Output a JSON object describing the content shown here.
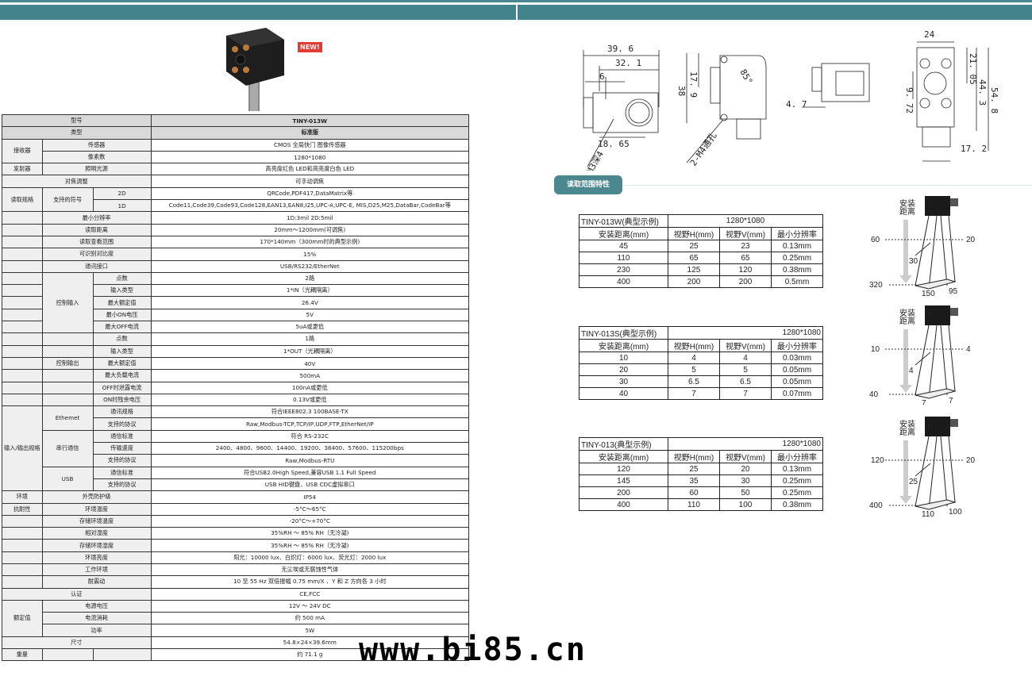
{
  "badge": {
    "new_label": "NEW!"
  },
  "spec_table": {
    "header": {
      "label": "型号",
      "value": "TINY-013W"
    },
    "rows": [
      {
        "group": "",
        "sub": "",
        "label": "类型",
        "value": "标准版",
        "hdr": true
      },
      {
        "group": "接收器",
        "label": "传感器",
        "value": "CMOS 全局快门 图像传感器"
      },
      {
        "group": "",
        "label": "像素数",
        "value": "1280*1080"
      },
      {
        "group": "发射器",
        "label": "照明光源",
        "value": "高亮度红色 LED和高亮度白色 LED"
      },
      {
        "group": "",
        "label": "对焦调整",
        "value": "可手动调焦"
      },
      {
        "group": "读取规格",
        "sub": "支持的符号",
        "label": "2D",
        "value": "QRCode,PDF417,DataMatrix等"
      },
      {
        "group": "",
        "sub": "",
        "label": "1D",
        "value": "Code11,Code39,Code93,Code128,EAN13,EAN8,I25,UPC-A,UPC-E, MIS,D25,M25,DataBar,CodeBar等"
      },
      {
        "label": "最小分辨率",
        "value": "1D:3mil  2D:5mil"
      },
      {
        "label": "读取距离",
        "value": "20mm～1200mm(可调焦)"
      },
      {
        "label": "读取查看范围",
        "value": "170*140mm（300mm时的典型示例)"
      },
      {
        "label": "可识别对比度",
        "value": "15%"
      },
      {
        "label": "通讯接口",
        "value": "USB/RS232/EtherNet"
      },
      {
        "sub": "控制输入",
        "label": "点数",
        "value": "2路"
      },
      {
        "label": "输入类型",
        "value": "1*IN（光耦隔离）"
      },
      {
        "label": "最大额定值",
        "value": "26.4V"
      },
      {
        "label": "最小ON电压",
        "value": "5V"
      },
      {
        "label": "最大OFF电流",
        "value": "5uA或更低"
      },
      {
        "sub": "控制输出",
        "label": "点数",
        "value": "1路"
      },
      {
        "label": "输入类型",
        "value": "1*OUT（光耦隔离）"
      },
      {
        "label": "最大额定值",
        "value": "40V"
      },
      {
        "label": "最大负载电流",
        "value": "500mA"
      },
      {
        "label": "OFF时泄露电流",
        "value": "100nA或更低"
      },
      {
        "label": "ON时残余电压",
        "value": "0.13V或更低"
      },
      {
        "group": "输入/输出规格",
        "sub": "Ethemet",
        "label": "通讯规格",
        "value": "符合IEEE802.3 100BASE-TX"
      },
      {
        "label": "支持的协议",
        "value": "Raw,Modbus-TCP,TCP/IP,UDP,FTP,EtherNet/IP"
      },
      {
        "sub": "串行通信",
        "label": "通信标准",
        "value": "符合 RS-232C"
      },
      {
        "label": "传输速度",
        "value": "2400、4800、9600、14400、19200、38400、57600、115200bps"
      },
      {
        "label": "支持的协议",
        "value": "Raw,Modbus-RTU"
      },
      {
        "sub": "USB",
        "label": "通信标准",
        "value": "符合USB2.0High Speed,兼容USB 1.1 Full Speed"
      },
      {
        "label": "支持的协议",
        "value": "USB HID键盘、USB CDC虚拟串口"
      },
      {
        "group": "环境",
        "label": "外壳防护级",
        "value": "IP54"
      },
      {
        "group": "抗耐性",
        "label": "环境温度",
        "value": "-5°C～65°C"
      },
      {
        "label": "存储环境温度",
        "value": "-20°C～+70°C"
      },
      {
        "label": "相对湿度",
        "value": "35%RH ～ 85% RH（无冷凝)"
      },
      {
        "label": "存储环境湿度",
        "value": "35%RH ～ 85% RH（无冷凝)"
      },
      {
        "label": "环境亮度",
        "value": "阳光：10000 lux、白炽灯：6000 lux、荧光灯：2000 lux"
      },
      {
        "label": "工作环境",
        "value": "无尘埃或无腐蚀性气体"
      },
      {
        "label": "耐震动",
        "value": "10 至 55 Hz 双倍振幅 0.75 mm/X 、Y 和 Z 方向各 3 小时"
      },
      {
        "label": "认证",
        "value": "CE,FCC"
      },
      {
        "group": "额定值",
        "label": "电源电压",
        "value": "12V ～ 24V DC"
      },
      {
        "label": "电流消耗",
        "value": "约 500 mA"
      },
      {
        "label": "功率",
        "value": "5W"
      },
      {
        "label": "尺寸",
        "value": "54.8×24×39.6mm"
      },
      {
        "group": "重量",
        "label": "",
        "value": "约 71.1 g"
      }
    ]
  },
  "dimensions": {
    "view1": {
      "d1": "39. 6",
      "d2": "32. 1",
      "d3": "6",
      "d4": "18. 65",
      "note": "M3深4"
    },
    "view2": {
      "d1": "17. 9",
      "d2": "38",
      "angle": "85°",
      "note": "2-M4通孔"
    },
    "view3": {
      "d1": "4. 7"
    },
    "view4": {
      "d1": "24",
      "d2": "21. 05",
      "d3": "44. 3",
      "d4": "54. 8",
      "d5": "9. 72",
      "d6": "17. 2"
    }
  },
  "section": {
    "title": "读取范围特性"
  },
  "range_tables": [
    {
      "model": "TINY-013W(典型示例)",
      "resolution": "1280*1080",
      "columns": [
        "安装距离(mm)",
        "视野H(mm)",
        "视野V(mm)",
        "最小分辨率"
      ],
      "rows": [
        [
          "45",
          "25",
          "23",
          "0.13mm"
        ],
        [
          "110",
          "65",
          "65",
          "0.25mm"
        ],
        [
          "230",
          "125",
          "120",
          "0.38mm"
        ],
        [
          "400",
          "200",
          "200",
          "0.5mm"
        ]
      ]
    },
    {
      "model": "TINY-013S(典型示例)",
      "resolution": "1280*1080",
      "columns": [
        "安装距离(mm)",
        "视野H(mm)",
        "视野V(mm)",
        "最小分辨率"
      ],
      "rows": [
        [
          "10",
          "4",
          "4",
          "0.03mm"
        ],
        [
          "20",
          "5",
          "5",
          "0.05mm"
        ],
        [
          "30",
          "6.5",
          "6.5",
          "0.05mm"
        ],
        [
          "40",
          "7",
          "7",
          "0.07mm"
        ]
      ]
    },
    {
      "model": "TINY-013(典型示例)",
      "resolution": "1280*1080",
      "columns": [
        "安装距离(mm)",
        "视野H(mm)",
        "视野V(mm)",
        "最小分辨率"
      ],
      "rows": [
        [
          "120",
          "25",
          "20",
          "0.13mm"
        ],
        [
          "145",
          "35",
          "30",
          "0.25mm"
        ],
        [
          "200",
          "60",
          "50",
          "0.25mm"
        ],
        [
          "400",
          "110",
          "100",
          "0.38mm"
        ]
      ]
    }
  ],
  "fov_diagrams": [
    {
      "label_top": "安装",
      "label_bot": "距离",
      "near": "60",
      "far": "320",
      "near_h": "20",
      "near_w": "30",
      "far_w": "150",
      "far_h": "95"
    },
    {
      "label_top": "安装",
      "label_bot": "距离",
      "near": "10",
      "far": "40",
      "near_h": "4",
      "near_w": "4",
      "far_w": "7",
      "far_h": "7"
    },
    {
      "label_top": "安装",
      "label_bot": "距离",
      "near": "120",
      "far": "400",
      "near_h": "20",
      "near_w": "25",
      "far_w": "110",
      "far_h": "100"
    }
  ],
  "watermark": "www.bi85.cn"
}
